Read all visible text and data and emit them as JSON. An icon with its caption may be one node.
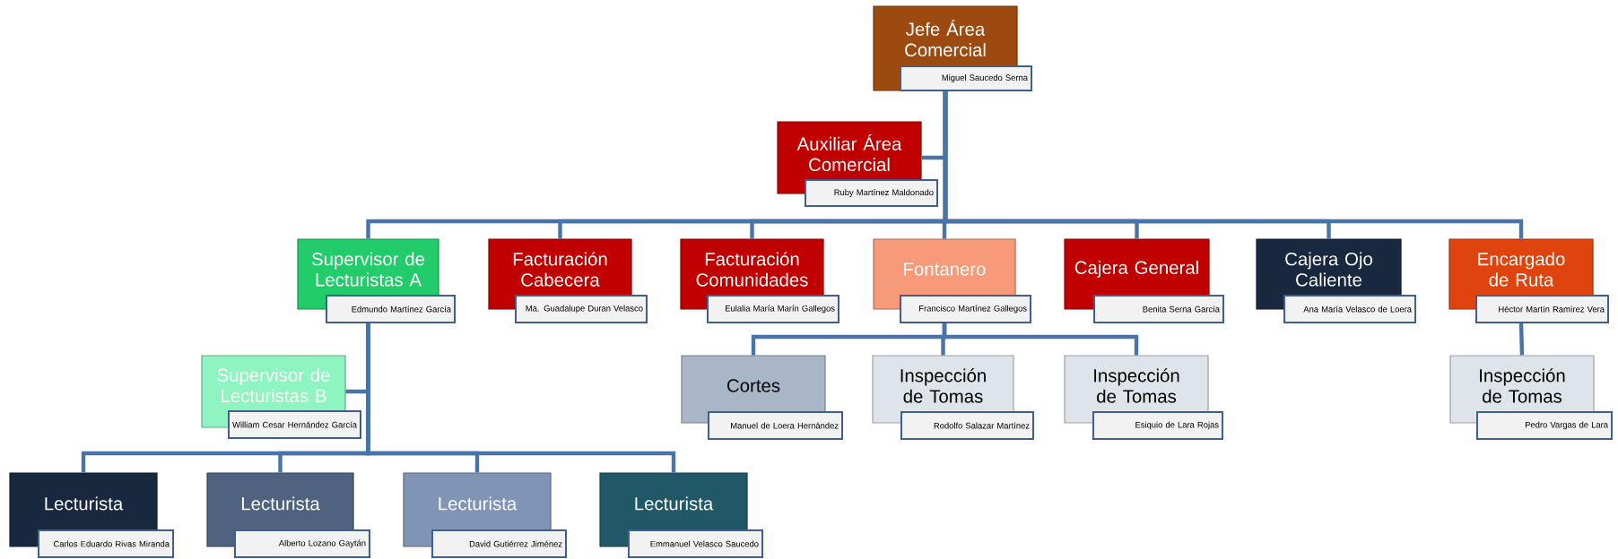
{
  "diagram": {
    "nodes": [
      {
        "text": [
          "Jefe Área Comercial",
          "Miguel Saucedo Serna"
        ]
      },
      {
        "text": [
          "Auxiliar Área Comercial",
          "Ruby Martínez Maldonado"
        ]
      },
      {
        "text": [
          "Supervisor de Lecturistas A",
          "Edmundo Martínez García"
        ]
      },
      {
        "text": [
          "Facturación Cabecera",
          "Ma. Guadalupe Duran Velasco"
        ]
      },
      {
        "text": [
          "Facturación Comunidades",
          "Eulalia María Marín Gallegos"
        ]
      },
      {
        "text": [
          "Fontanero",
          "Francisco Martínez Gallegos"
        ]
      },
      {
        "text": [
          "Cajera General",
          "Benita Serna García"
        ]
      },
      {
        "text": [
          "Cajera Ojo Caliente",
          "Ana María Velasco de Loera"
        ]
      },
      {
        "text": [
          "Encargado de Ruta",
          "Héctor Martín Ramírez Vera"
        ]
      },
      {
        "text": [
          "Supervisor de Lecturistas B",
          "William Cesar Hernández García"
        ]
      },
      {
        "text": [
          "Cortes",
          "Manuel de Loera Hernández"
        ]
      },
      {
        "text": [
          "Inspección de Tomas",
          "Rodolfo Salazar Martínez"
        ]
      },
      {
        "text": [
          "Inspección de Tomas",
          "Esiquio de Lara Rojas"
        ]
      },
      {
        "text": [
          "Inspección de Tomas",
          "Pedro Vargas de Lara"
        ]
      },
      {
        "text": [
          "Lecturista",
          "Carlos Eduardo Rivas Miranda"
        ]
      },
      {
        "text": [
          "Lecturista",
          "Alberto Lozano Gaytán"
        ]
      },
      {
        "text": [
          "Lecturista",
          "David Gutiérrez Jiménez"
        ]
      },
      {
        "text": [
          "Lecturista",
          "Emmanuel Velasco Saucedo"
        ]
      }
    ],
    "edges": [
      {
        "from": 0,
        "to": 1,
        "arrow": "none"
      },
      {
        "from": 0,
        "to": 2,
        "arrow": "none"
      },
      {
        "from": 0,
        "to": 3,
        "arrow": "none"
      },
      {
        "from": 0,
        "to": 4,
        "arrow": "none"
      },
      {
        "from": 0,
        "to": 5,
        "arrow": "none"
      },
      {
        "from": 0,
        "to": 6,
        "arrow": "none"
      },
      {
        "from": 0,
        "to": 7,
        "arrow": "none"
      },
      {
        "from": 0,
        "to": 8,
        "arrow": "none"
      },
      {
        "from": 2,
        "to": 9,
        "arrow": "none"
      },
      {
        "from": 5,
        "to": 10,
        "arrow": "none"
      },
      {
        "from": 5,
        "to": 11,
        "arrow": "none"
      },
      {
        "from": 5,
        "to": 12,
        "arrow": "none"
      },
      {
        "from": 8,
        "to": 13,
        "arrow": "none"
      },
      {
        "from": 2,
        "to": 14,
        "arrow": "none"
      },
      {
        "from": 2,
        "to": 15,
        "arrow": "none"
      },
      {
        "from": 2,
        "to": 16,
        "arrow": "none"
      },
      {
        "from": 2,
        "to": 17,
        "arrow": "none"
      }
    ]
  }
}
